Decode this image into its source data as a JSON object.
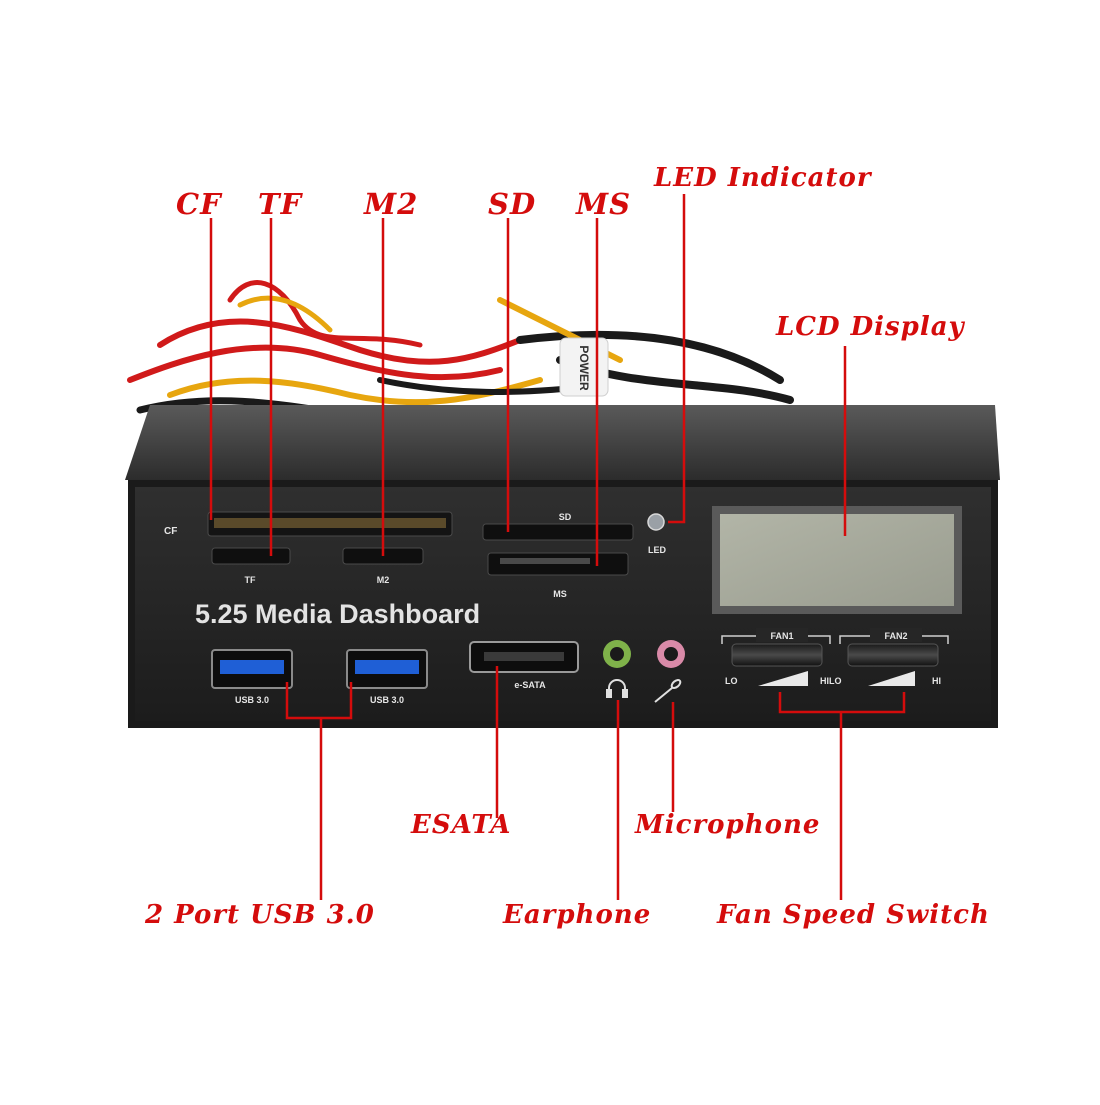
{
  "colors": {
    "callout": "#d40c0c",
    "panel": "#262626",
    "bezel": "#3a3a3a",
    "lcd": "#a7ab9c",
    "usb_blue": "#1f5fd6"
  },
  "callouts": {
    "cf": "CF",
    "tf": "TF",
    "m2": "M2",
    "sd": "SD",
    "ms": "MS",
    "led_indicator": "LED Indicator",
    "lcd_display": "LCD Display",
    "esata": "ESATA",
    "microphone": "Microphone",
    "usb": "2 Port USB 3.0",
    "earphone": "Earphone",
    "fan_switch": "Fan Speed Switch"
  },
  "panel": {
    "title": "5.25 Media Dashboard",
    "cable_tag": "POWER",
    "labels": {
      "cf": "CF",
      "tf": "TF",
      "m2": "M2",
      "sd": "SD",
      "ms": "MS",
      "led": "LED",
      "usb1": "USB 3.0",
      "usb2": "USB 3.0",
      "esata": "e-SATA",
      "fan1": "FAN1",
      "fan2": "FAN2",
      "lo1": "LO",
      "hilo": "HILO",
      "hi2": "HI"
    }
  }
}
